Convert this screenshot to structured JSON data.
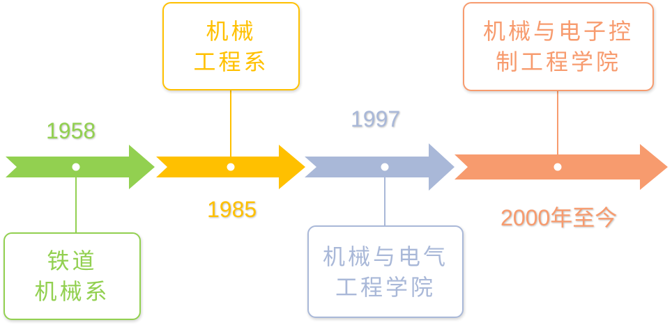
{
  "timeline": [
    {
      "year": "1958",
      "label_lines": [
        "铁道",
        "机械系"
      ],
      "color": "#92d050"
    },
    {
      "year": "1985",
      "label_lines": [
        "机械",
        "工程系"
      ],
      "color": "#ffc000"
    },
    {
      "year": "1997",
      "label_lines": [
        "机械与电气",
        "工程学院"
      ],
      "color": "#a9b8d8"
    },
    {
      "year": "2000年至今",
      "label_lines": [
        "机械与电子控",
        "制工程学院"
      ],
      "color": "#f79b6e"
    }
  ]
}
